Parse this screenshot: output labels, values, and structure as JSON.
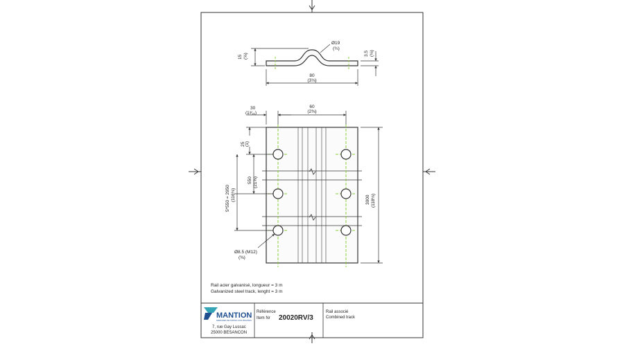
{
  "dimensions": {
    "profile_height": "15",
    "profile_height_in": "(⅝)",
    "bend_diameter": "Ø19",
    "bend_diameter_in": "(¾)",
    "thickness": "3.5",
    "thickness_in": "(⅛)",
    "profile_width": "80",
    "profile_width_in": "(3⅛)",
    "edge_to_hole": "30",
    "edge_to_hole_in": "(1³⁄₁₆)",
    "hole_spacing_x": "60",
    "hole_spacing_x_in": "(2⅜)",
    "first_hole_offset": "25",
    "first_hole_offset_in": "(1)",
    "hole_pitch": "550",
    "hole_pitch_in": "(21⅝)",
    "pitch_total": "5*550 = 2950",
    "pitch_total_in": "(116⅛)",
    "hole_diameter": "Ø8.5 (M12)",
    "hole_diameter_in": "(⅜)",
    "total_length": "3000",
    "total_length_in": "(118⅛)"
  },
  "notes": {
    "line_fr": "Rail acier galvanisé, longueur = 3 m",
    "line_en": "Galvanized steel track, lenght = 3 m"
  },
  "title_block": {
    "company": "MANTION",
    "company_tagline": "FERRURES DE PORTES COULISSANTES",
    "address_line1": "7, rue Gay Lussac",
    "address_line2": "25000 BESANCON",
    "reference_label": "Référence",
    "item_label": "Item Nr",
    "reference_number": "20020RV/3",
    "description_fr": "Rail associé",
    "description_en": "Combined track"
  },
  "colors": {
    "line": "#333333",
    "centerline": "#8ccc3c",
    "brand_blue": "#1f4f8f",
    "brand_teal": "#37a5b8"
  }
}
